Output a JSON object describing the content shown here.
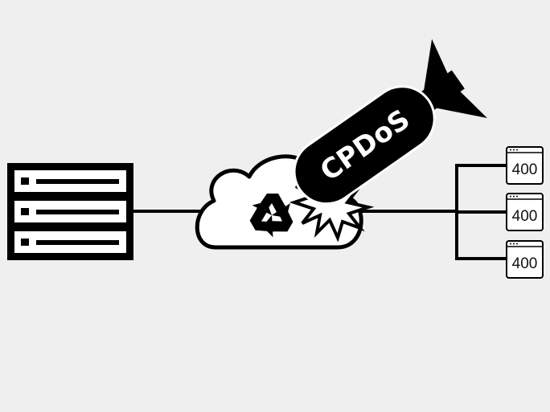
{
  "bomb": {
    "label": "CPDoS"
  },
  "clients": [
    {
      "status": "400"
    },
    {
      "status": "400"
    },
    {
      "status": "400"
    }
  ],
  "colors": {
    "background": "#efefef",
    "ink": "#000000",
    "fill": "#ffffff"
  },
  "icons": {
    "server": "server-rack-icon",
    "cache": "recycle-icon",
    "bomb": "bomb-icon",
    "explosion": "explosion-icon",
    "client": "browser-window-icon"
  }
}
